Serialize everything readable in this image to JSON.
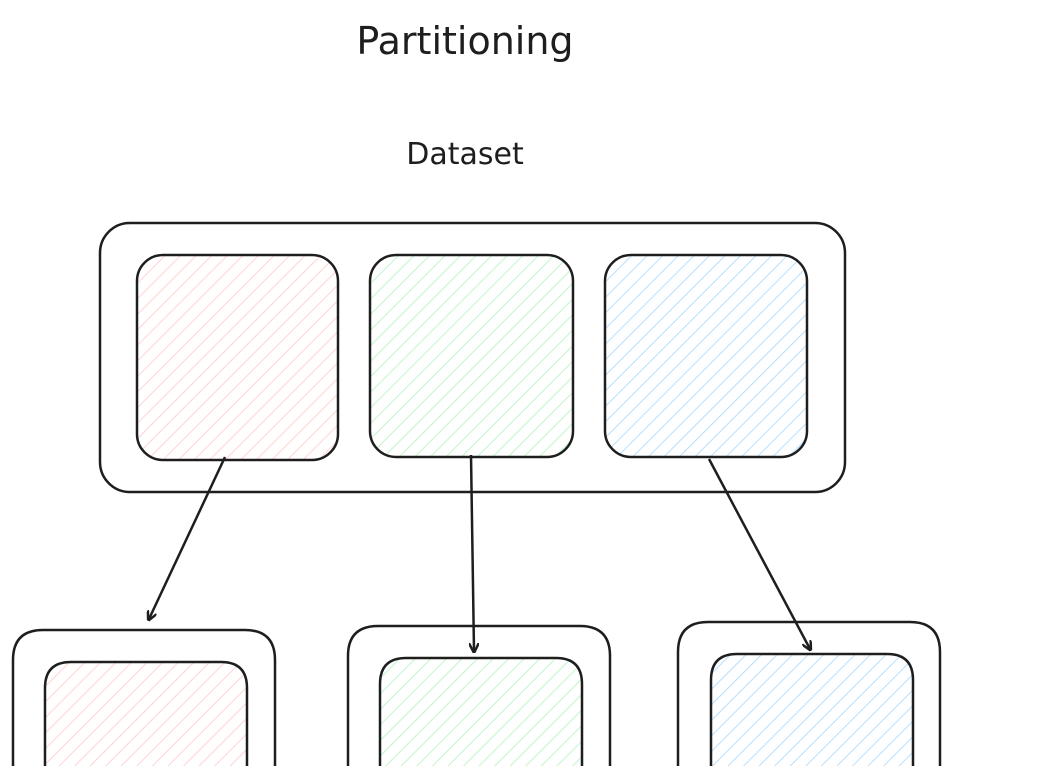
{
  "title": "Partitioning",
  "dataset_label": "Dataset",
  "partitions": [
    {
      "name": "partition-red",
      "color": "#ffc9c9"
    },
    {
      "name": "partition-green",
      "color": "#b2f2bb"
    },
    {
      "name": "partition-blue",
      "color": "#a5d8ff"
    }
  ],
  "stroke_color": "#1e1e1e"
}
